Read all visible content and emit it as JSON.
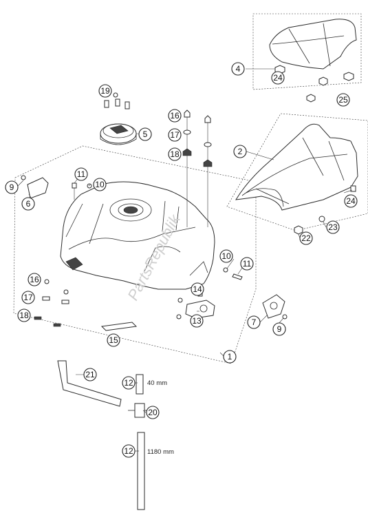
{
  "callouts": [
    {
      "label": "1"
    },
    {
      "label": "2"
    },
    {
      "label": "4"
    },
    {
      "label": "5"
    },
    {
      "label": "6"
    },
    {
      "label": "7"
    },
    {
      "label": "9"
    },
    {
      "label": "9"
    },
    {
      "label": "10"
    },
    {
      "label": "10"
    },
    {
      "label": "11"
    },
    {
      "label": "11"
    },
    {
      "label": "12"
    },
    {
      "label": "12"
    },
    {
      "label": "13"
    },
    {
      "label": "14"
    },
    {
      "label": "15"
    },
    {
      "label": "16"
    },
    {
      "label": "16"
    },
    {
      "label": "17"
    },
    {
      "label": "17"
    },
    {
      "label": "18"
    },
    {
      "label": "18"
    },
    {
      "label": "19"
    },
    {
      "label": "20"
    },
    {
      "label": "21"
    },
    {
      "label": "22"
    },
    {
      "label": "23"
    },
    {
      "label": "24"
    },
    {
      "label": "24"
    },
    {
      "label": "25"
    }
  ],
  "dimensions": {
    "hose_short": "40 mm",
    "hose_long": "1180 mm"
  },
  "watermark": "PartsRepublik"
}
